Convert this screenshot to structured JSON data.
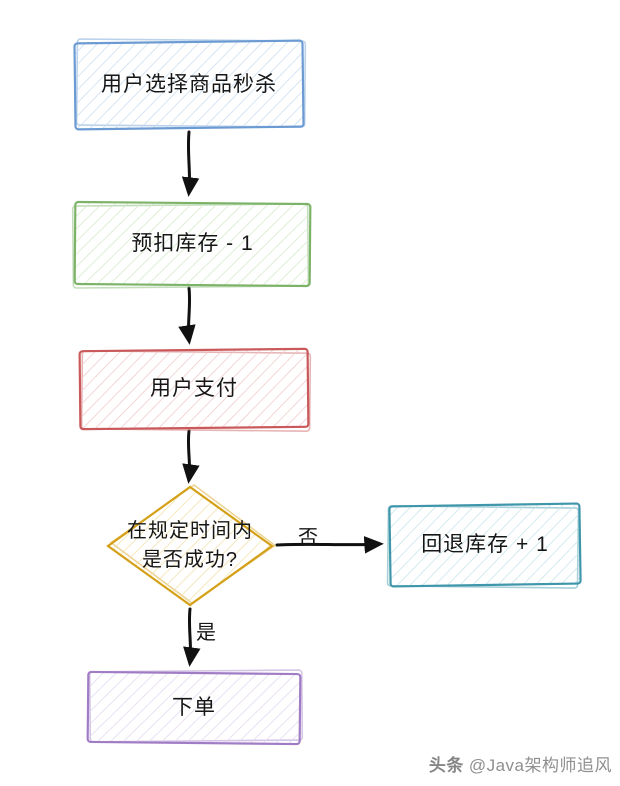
{
  "nodes": {
    "start": {
      "label": "用户选择商品秒杀"
    },
    "deduct": {
      "label": "预扣库存 - 1"
    },
    "pay": {
      "label": "用户支付"
    },
    "decision": {
      "label": "在规定时间内\n是否成功?"
    },
    "rollback": {
      "label": "回退库存 + 1"
    },
    "order": {
      "label": "下单"
    }
  },
  "edges": {
    "no_label": "否",
    "yes_label": "是"
  },
  "watermark": {
    "logo": "头条",
    "handle": "@Java架构师追风"
  },
  "colors": {
    "start_stroke": "#6b9bd2",
    "start_hatch": "#c6daee",
    "deduct_stroke": "#7cb368",
    "deduct_hatch": "#d0e7c6",
    "pay_stroke": "#c9595a",
    "pay_hatch": "#f0c5c5",
    "decision_stroke": "#d4a017",
    "decision_hatch": "#f0dda2",
    "rollback_stroke": "#3f96aa",
    "rollback_hatch": "#c2e1e9",
    "order_stroke": "#a07cc5",
    "order_hatch": "#e0d4ee",
    "arrow": "#111111",
    "text": "#161616",
    "watermark": "#8f8f8f"
  }
}
